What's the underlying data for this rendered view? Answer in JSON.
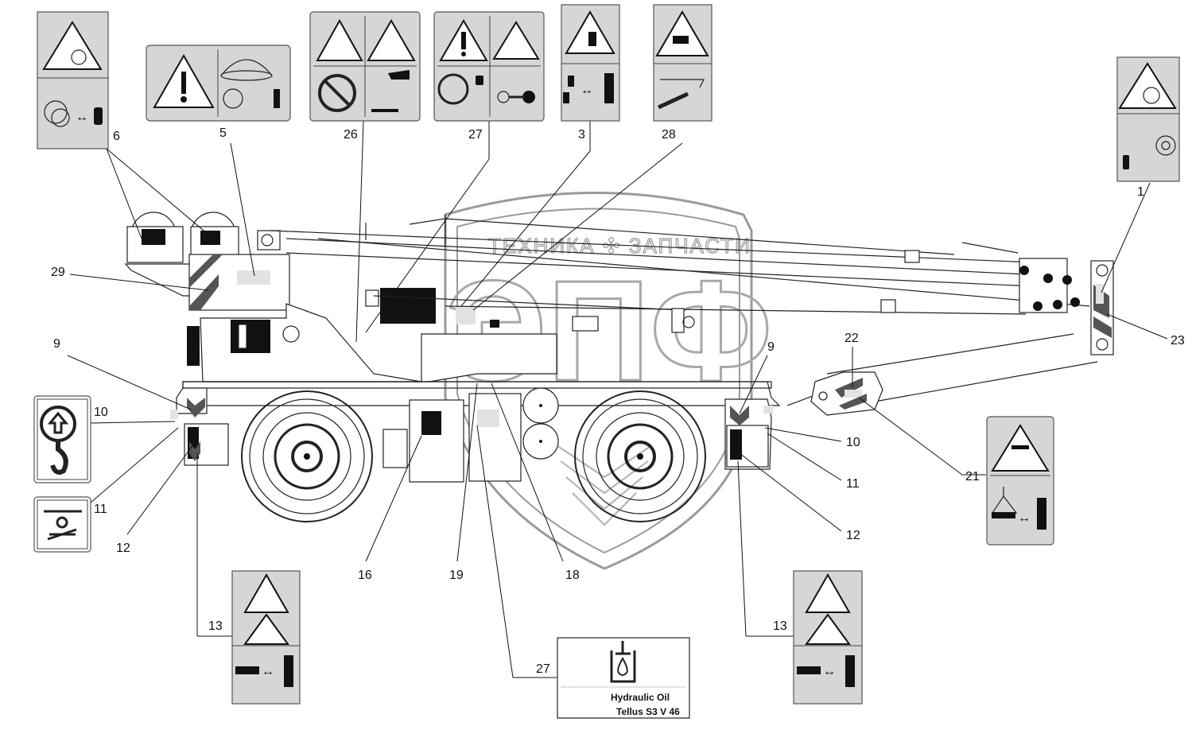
{
  "diagram": {
    "title": "Mobile crane — safety decal placement",
    "watermark": {
      "brand_text": "ТЕХНИКА  ✣  ЗАПЧАСТИ",
      "logo_text": "ЭПФ",
      "color": "#9a9a9a"
    },
    "callouts": [
      {
        "id": "1",
        "label": "1",
        "description": "Rope/pulley entanglement warning decal (boom head)"
      },
      {
        "id": "3",
        "label": "3",
        "description": "Crush hazard — keep distance decal"
      },
      {
        "id": "5",
        "label": "5",
        "description": "General warning / slew zone decal"
      },
      {
        "id": "6",
        "label": "6",
        "description": "Winch drum entanglement warning decal"
      },
      {
        "id": "9-left",
        "label": "9",
        "description": "Chevron marking, front left"
      },
      {
        "id": "9-right",
        "label": "9",
        "description": "Chevron marking, rear right"
      },
      {
        "id": "10-left",
        "label": "10",
        "description": "Lifting point decal"
      },
      {
        "id": "10-right",
        "label": "10",
        "description": "Lifting point decal"
      },
      {
        "id": "11-left",
        "label": "11",
        "description": "Tie-down point decal"
      },
      {
        "id": "11-right",
        "label": "11",
        "description": "Tie-down point decal"
      },
      {
        "id": "12-left",
        "label": "12",
        "description": "Chevron marking, outrigger"
      },
      {
        "id": "12-right",
        "label": "12",
        "description": "Chevron marking, outrigger"
      },
      {
        "id": "13-left",
        "label": "13",
        "description": "Outrigger crush hazard decal"
      },
      {
        "id": "13-right",
        "label": "13",
        "description": "Outrigger crush hazard decal"
      },
      {
        "id": "16",
        "label": "16",
        "description": "Fuse/electrical panel decal"
      },
      {
        "id": "18",
        "label": "18",
        "description": "Decal on chassis frame"
      },
      {
        "id": "19",
        "label": "19",
        "description": "Decal on side tank"
      },
      {
        "id": "21",
        "label": "21",
        "description": "Suspended load warning decal"
      },
      {
        "id": "22",
        "label": "22",
        "description": "Warning stripe on jib"
      },
      {
        "id": "23",
        "label": "23",
        "description": "Warning stripe on boom head"
      },
      {
        "id": "26",
        "label": "26",
        "description": "Hot surface / burn hazard decal"
      },
      {
        "id": "27-top",
        "label": "27",
        "description": "Warning / lockout decal"
      },
      {
        "id": "27-bottom",
        "label": "27",
        "description": "Hydraulic oil type decal"
      },
      {
        "id": "28",
        "label": "28",
        "description": "Hand crush / high-pressure injection decal"
      },
      {
        "id": "29",
        "label": "29",
        "description": "Warning stripe on counterweight"
      }
    ],
    "hydraulic_oil_decal": {
      "line1": "Hydraulic Oil",
      "line2": "Tellus S3 V 46"
    }
  }
}
